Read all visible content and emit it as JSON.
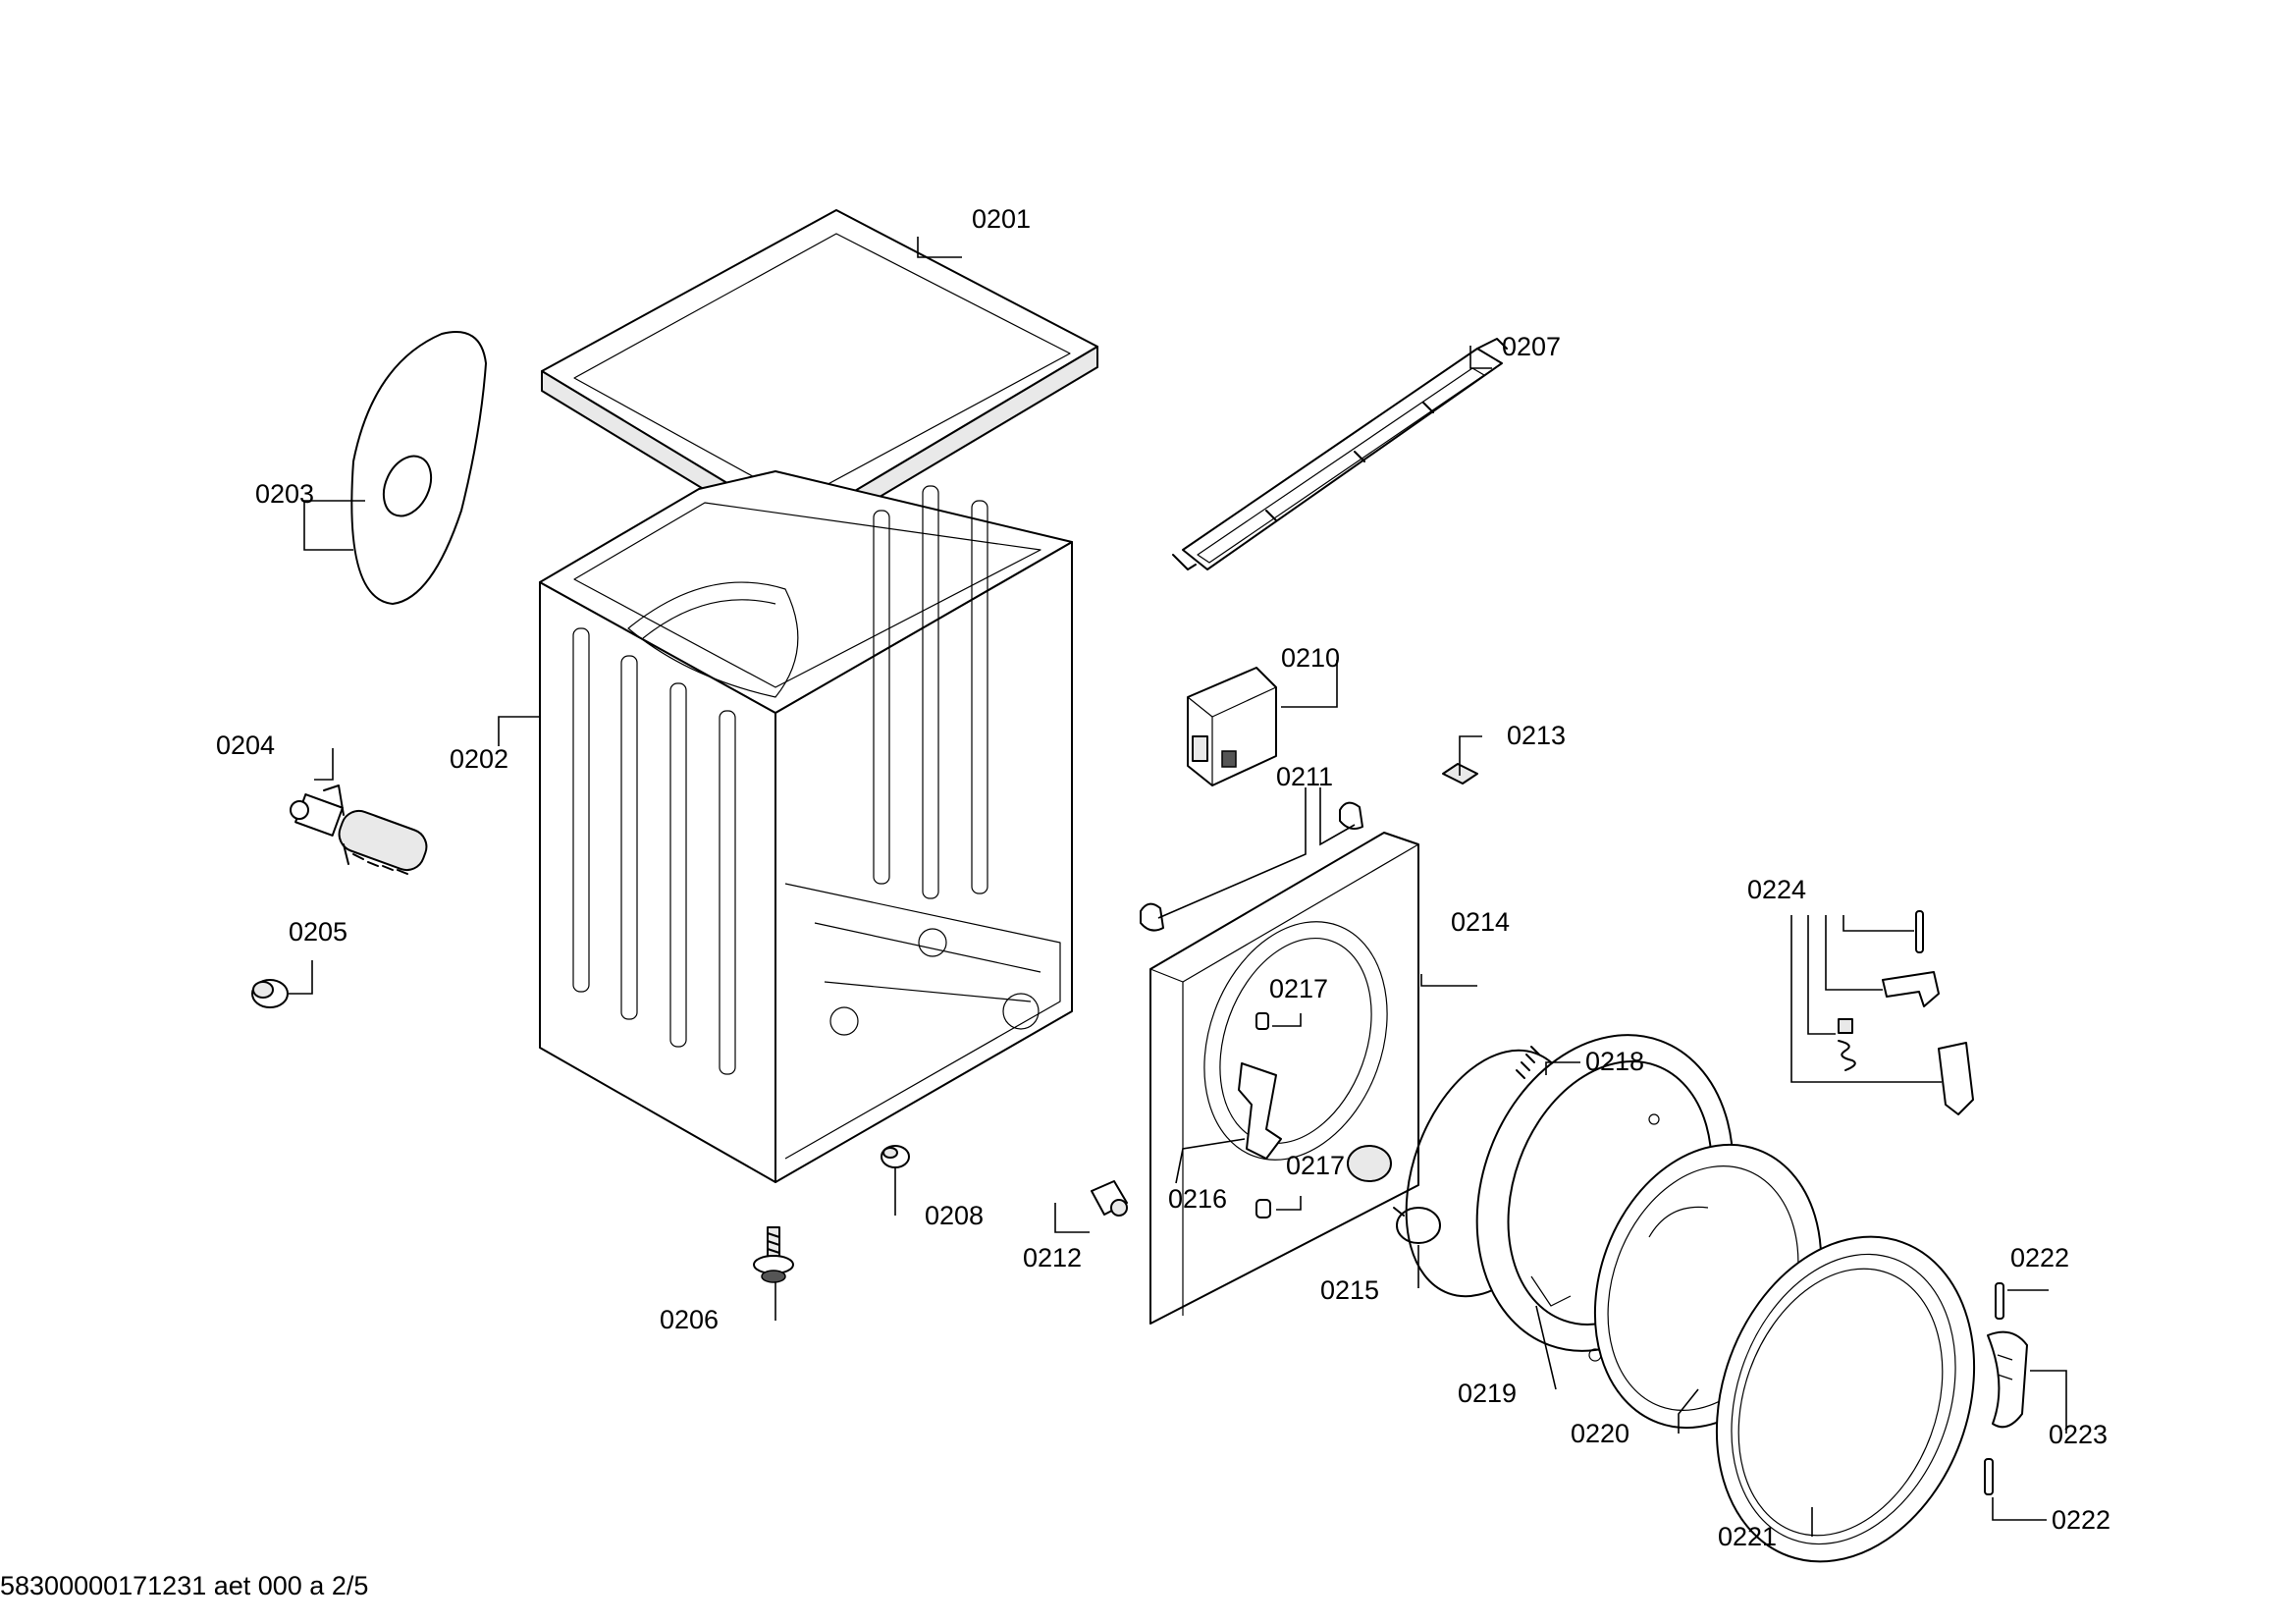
{
  "footer": {
    "document_id": "58300000171231 aet 000 a 2/5"
  },
  "labels": {
    "p0201": "0201",
    "p0202": "0202",
    "p0203": "0203",
    "p0204": "0204",
    "p0205": "0205",
    "p0206": "0206",
    "p0207": "0207",
    "p0208": "0208",
    "p0210": "0210",
    "p0211": "0211",
    "p0212": "0212",
    "p0213": "0213",
    "p0214": "0214",
    "p0215": "0215",
    "p0216": "0216",
    "p0217a": "0217",
    "p0217b": "0217",
    "p0218": "0218",
    "p0219": "0219",
    "p0220": "0220",
    "p0221": "0221",
    "p0222a": "0222",
    "p0222b": "0222",
    "p0223": "0223",
    "p0224": "0224"
  }
}
